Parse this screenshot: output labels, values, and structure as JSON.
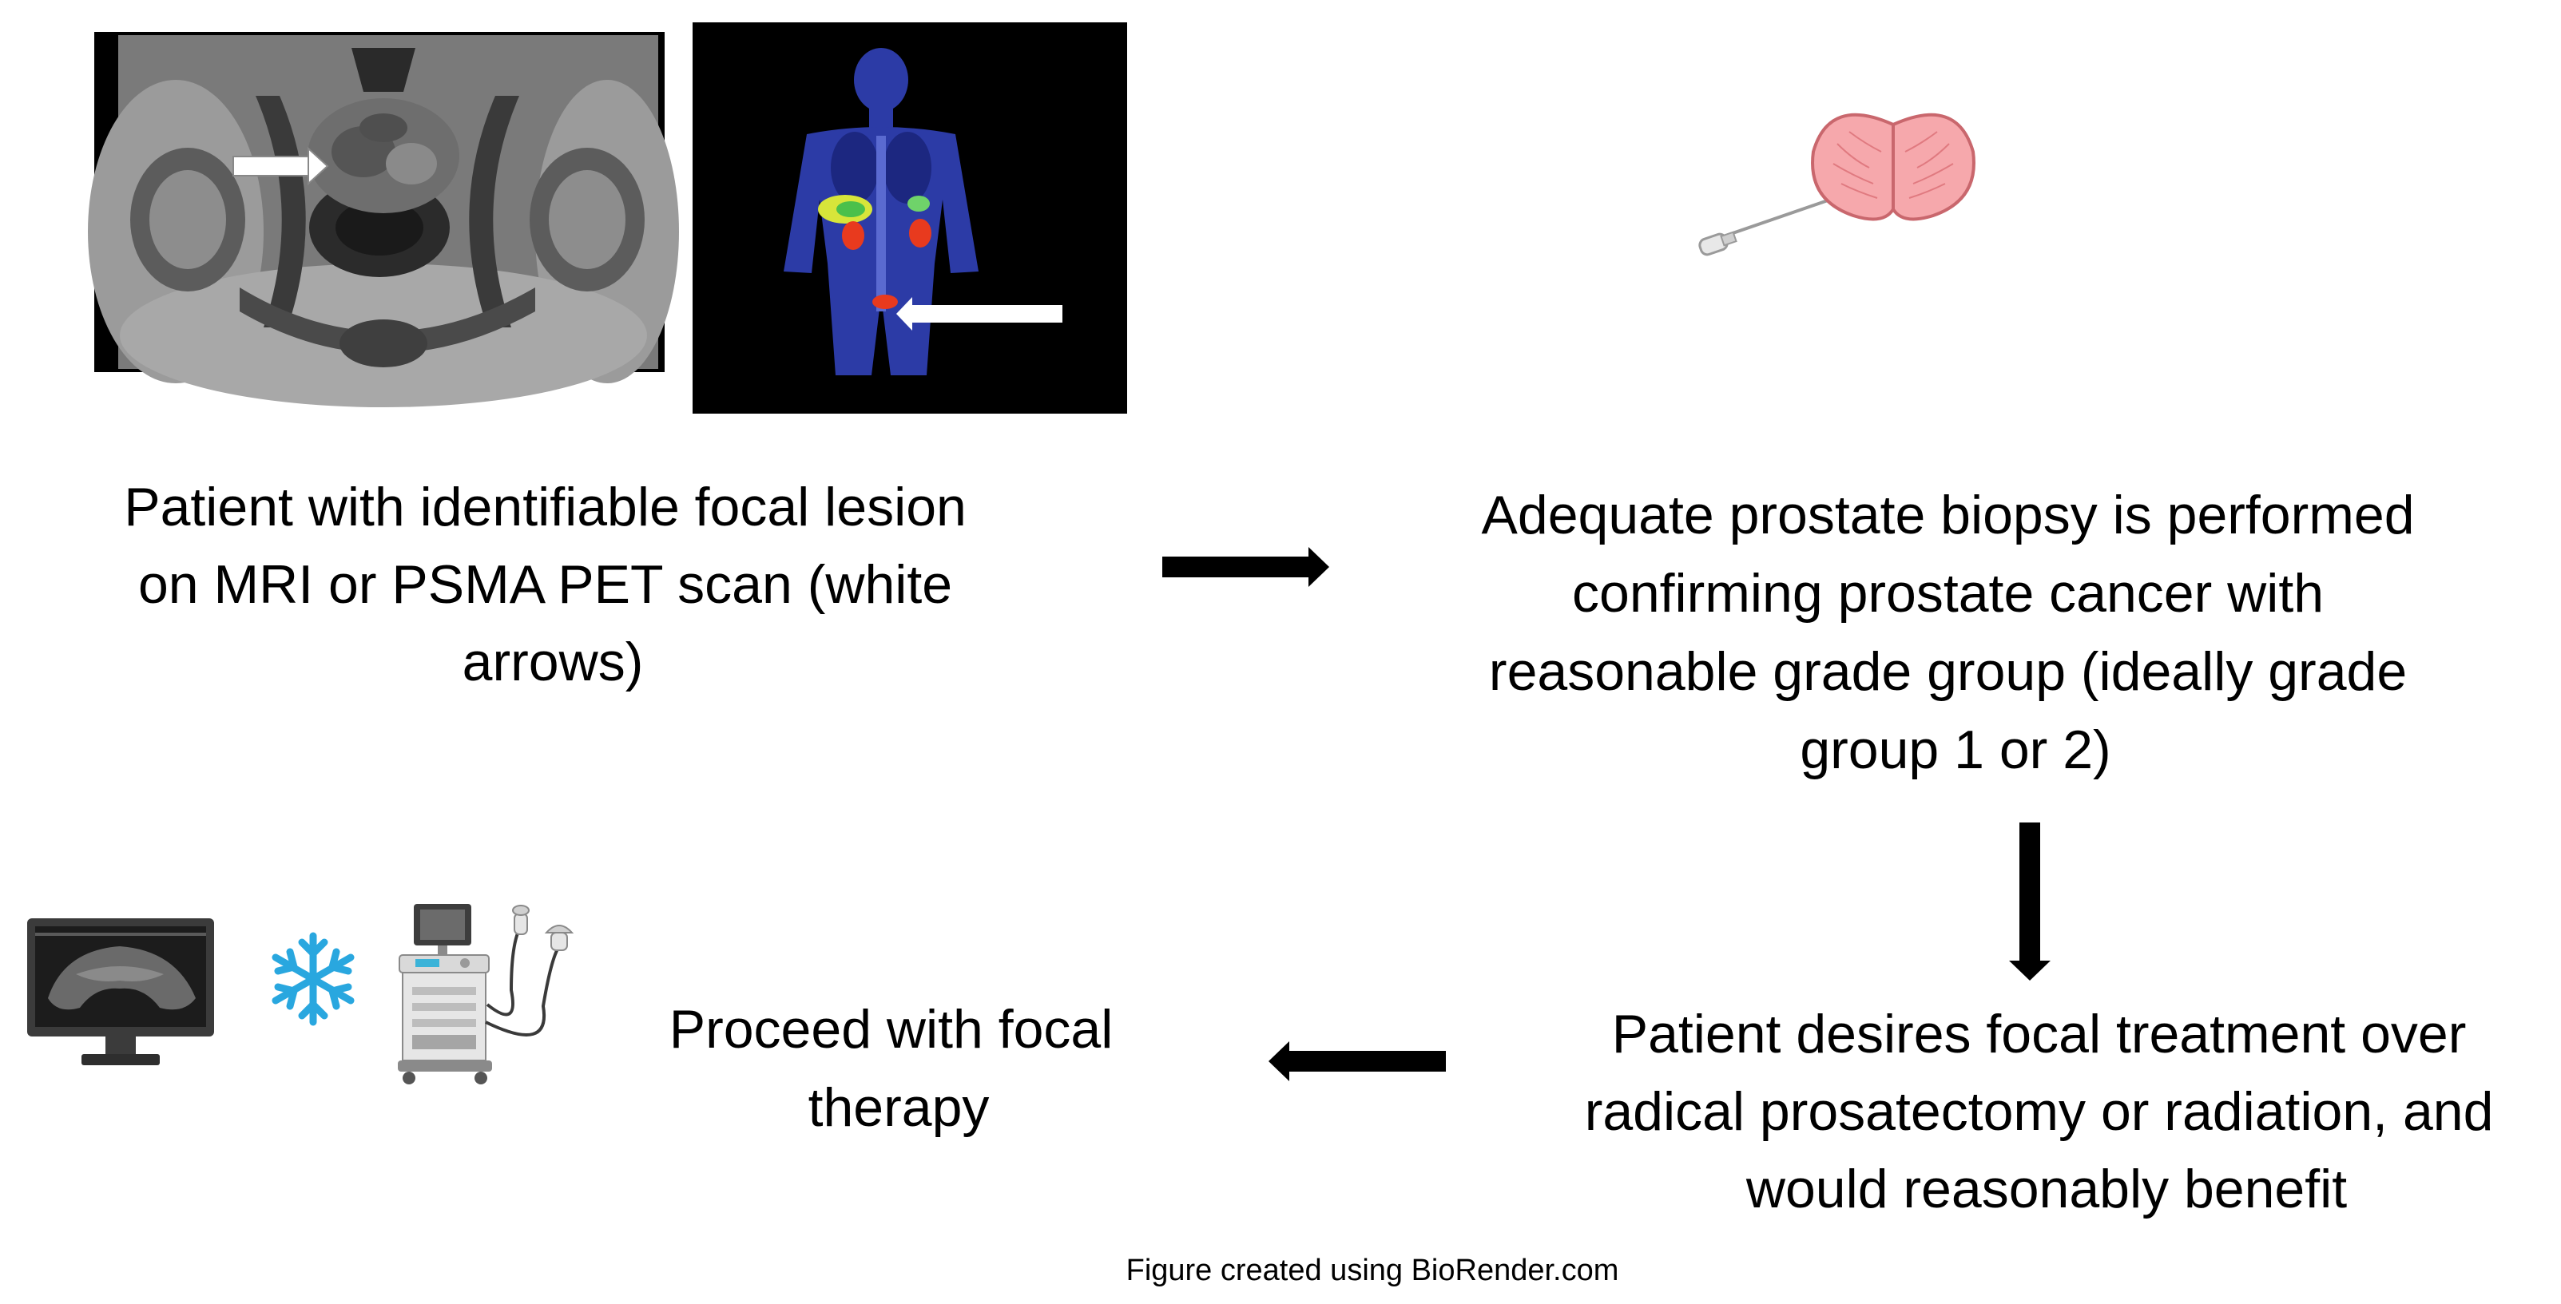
{
  "steps": [
    {
      "id": "lesion",
      "lines": [
        "Patient with identifiable focal lesion",
        "on MRI or PSMA PET scan (white",
        "arrows)"
      ]
    },
    {
      "id": "biopsy",
      "lines": [
        "Adequate prostate biopsy is performed",
        "confirming prostate cancer with",
        "reasonable grade group (ideally grade",
        "group 1 or 2)"
      ]
    },
    {
      "id": "desire",
      "lines": [
        "Patient desires focal treatment over",
        "radical prosatectomy or radiation, and",
        "would reasonably benefit"
      ]
    },
    {
      "id": "therapy",
      "lines": [
        "Proceed with focal",
        "therapy"
      ]
    }
  ],
  "images": [
    {
      "name": "mri-scan-image",
      "content": "MRI pelvis with white arrow"
    },
    {
      "name": "psma-pet-scan-image",
      "content": "PSMA PET coronal scan with white arrow"
    },
    {
      "name": "prostate-biopsy-icon",
      "content": "prostate with biopsy needle"
    },
    {
      "name": "monitor-icon",
      "content": "monitor with ultrasound image"
    },
    {
      "name": "snowflake-icon",
      "content": "cryotherapy snowflake"
    },
    {
      "name": "ultrasound-machine-icon",
      "content": "ultrasound cart with probes"
    }
  ],
  "colors": {
    "text": "#000000",
    "arrow": "#000000",
    "snowflake": "#29a7df",
    "prostate_fill": "#f6a8ac",
    "prostate_stroke": "#c9676d",
    "pet_background": "#0a0d3d"
  },
  "footer": {
    "credit": "Figure created using BioRender.com"
  }
}
